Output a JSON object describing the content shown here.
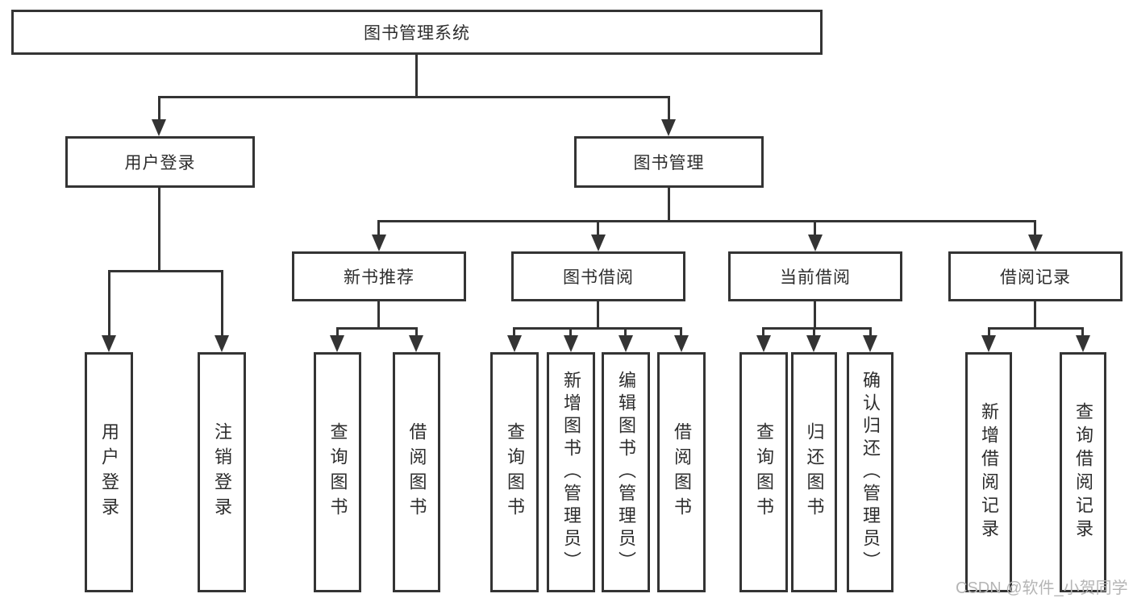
{
  "diagram_title": "图书管理系统",
  "watermark": "CSDN @软件_小贺同学",
  "colors": {
    "line": "#343434",
    "border": "#343434",
    "text": "#2d2d2d",
    "watermark": "#b5b5b5",
    "background": "#ffffff"
  },
  "nodes": {
    "root": "图书管理系统",
    "user_login": "用户登录",
    "book_mgmt": "图书管理",
    "new_book": "新书推荐",
    "book_borrow": "图书借阅",
    "current_borrow": "当前借阅",
    "borrow_record": "借阅记录",
    "leaf_user_login": "用户登录",
    "leaf_logout": "注销登录",
    "leaf_query_book_1": "查询图书",
    "leaf_borrow_book_1": "借阅图书",
    "leaf_query_book_2": "查询图书",
    "leaf_add_book": "新增图书（管理员）",
    "leaf_edit_book": "编辑图书（管理员）",
    "leaf_borrow_book_2": "借阅图书",
    "leaf_query_book_3": "查询图书",
    "leaf_return_book": "归还图书",
    "leaf_confirm_return": "确认归还（管理员）",
    "leaf_add_record": "新增借阅记录",
    "leaf_query_record": "查询借阅记录"
  },
  "hierarchy": {
    "root": "图书管理系统",
    "children": [
      {
        "label": "用户登录",
        "children": [
          "用户登录",
          "注销登录"
        ]
      },
      {
        "label": "图书管理",
        "children": [
          {
            "label": "新书推荐",
            "children": [
              "查询图书",
              "借阅图书"
            ]
          },
          {
            "label": "图书借阅",
            "children": [
              "查询图书",
              "新增图书（管理员）",
              "编辑图书（管理员）",
              "借阅图书"
            ]
          },
          {
            "label": "当前借阅",
            "children": [
              "查询图书",
              "归还图书",
              "确认归还（管理员）"
            ]
          },
          {
            "label": "借阅记录",
            "children": [
              "新增借阅记录",
              "查询借阅记录"
            ]
          }
        ]
      }
    ]
  }
}
